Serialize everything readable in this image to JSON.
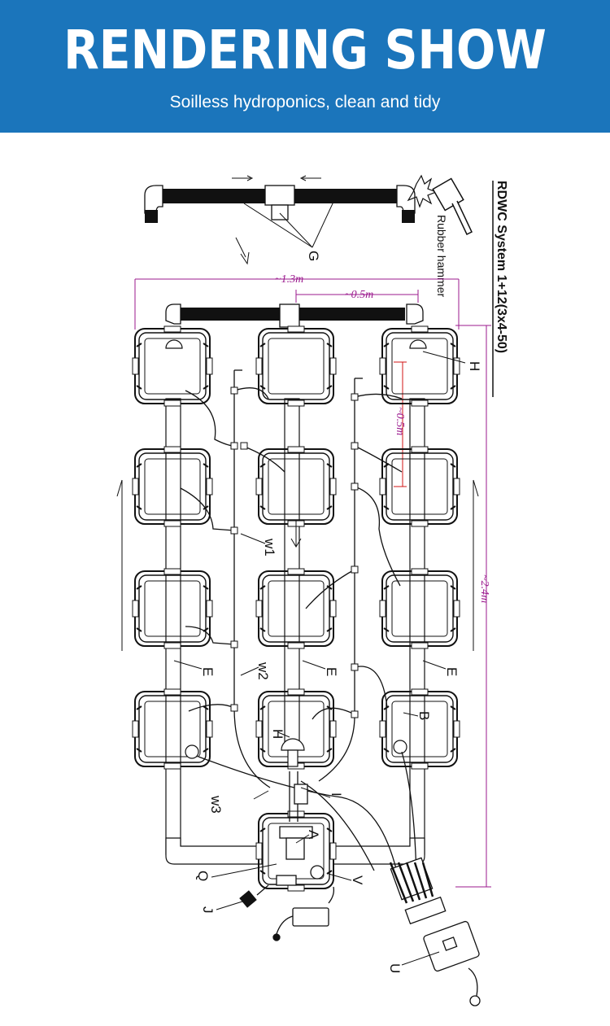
{
  "banner": {
    "title": "RENDERING SHOW",
    "subtitle": "Soilless hydroponics, clean and tidy",
    "background_color": "#1b75bb"
  },
  "diagram": {
    "system_title": "RDWC System  1+12(3x4-50)",
    "tool_label": "Rubber hammer",
    "dimensions": {
      "width_total": "~1.3m",
      "spacing_horizontal": "~0.5m",
      "spacing_vertical": "~0.5m",
      "length_total": "~2.4m"
    },
    "part_labels": {
      "G": "G",
      "H_top": "H",
      "H_bottom": "H",
      "w1": "w1",
      "w2": "w2",
      "w3": "w3",
      "E_left": "E",
      "E_mid": "E",
      "E_right": "E",
      "B": "B",
      "I": "I",
      "A": "A",
      "Q": "Q",
      "V": "V",
      "J": "J",
      "U": "U"
    },
    "layout": {
      "columns": 3,
      "rows": 4,
      "control_bucket_count": 1
    },
    "colors": {
      "line": "#111111",
      "dimension": "#9b1a8e",
      "red_dimension": "#d01515"
    }
  }
}
